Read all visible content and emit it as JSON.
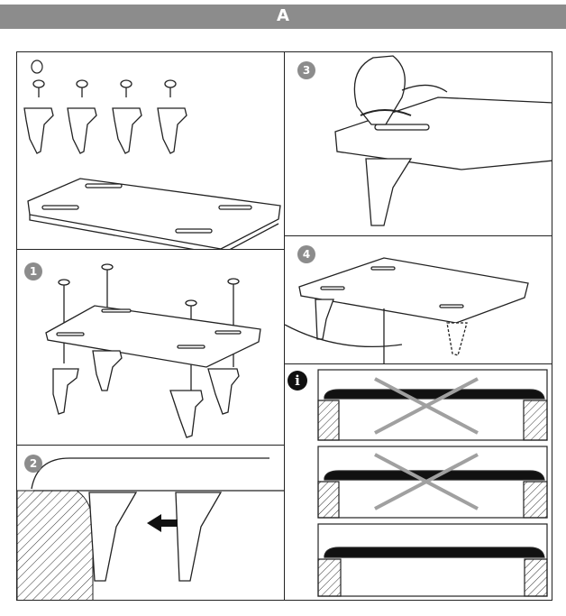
{
  "header": {
    "title": "A"
  },
  "steps": [
    {
      "label": "1"
    },
    {
      "label": "2"
    },
    {
      "label": "3"
    },
    {
      "label": "4"
    }
  ],
  "info": {
    "symbol": "i"
  },
  "colors": {
    "header_bg": "#8c8c8c",
    "badge_bg": "#8c8c8c",
    "line": "#222222",
    "cross": "#a0a0a0"
  },
  "icons": [
    "screw-icon",
    "bracket-icon",
    "shelf-board-icon",
    "hand-icon",
    "arrow-left-icon",
    "cross-icon",
    "info-icon"
  ]
}
